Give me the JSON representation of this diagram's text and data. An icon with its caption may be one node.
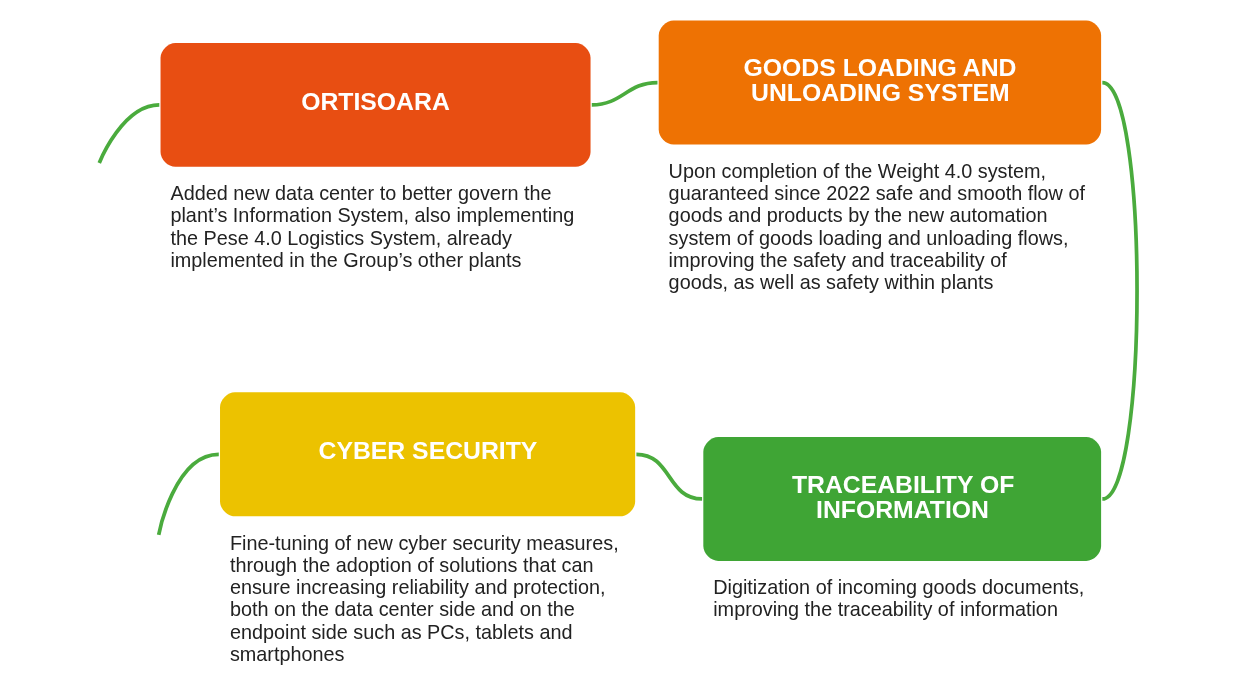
{
  "diagram": {
    "nodes": [
      {
        "text": [
          "ORTISOARA"
        ],
        "beside": [
          "Added new data center to better govern the plant’s Information System, also implementing the Pese 4.0 Logistics System, already implemented in the Group’s other plants"
        ]
      },
      {
        "text": [
          "GOODS LOADING AND UNLOADING SYSTEM"
        ],
        "beside": [
          "Upon completion of the Weight 4.0 system, guaranteed since 2022 safe and smooth flow of goods and products by the new automation system of goods loading and unloading flows, improving the safety and traceability of goods, as well as safety within plants"
        ]
      },
      {
        "text": [
          "CYBER SECURITY"
        ],
        "beside": [
          "Fine-tuning of new cyber security measures, through the adoption of solutions that can ensure increasing reliability and protection, both on the data center side and on the endpoint side such as PCs, tablets and smartphones"
        ]
      },
      {
        "text": [
          "TRACEABILITY OF INFORMATION"
        ],
        "beside": [
          "Digitization of incoming goods documents, improving the traceability of information"
        ]
      }
    ],
    "edges": [
      {
        "from": null,
        "to": 0,
        "arrow": "none"
      },
      {
        "from": 0,
        "to": 1,
        "arrow": "none"
      },
      {
        "from": 1,
        "to": 3,
        "arrow": "none"
      },
      {
        "from": 3,
        "to": 2,
        "arrow": "none"
      },
      {
        "from": 2,
        "to": null,
        "arrow": "none"
      }
    ]
  }
}
